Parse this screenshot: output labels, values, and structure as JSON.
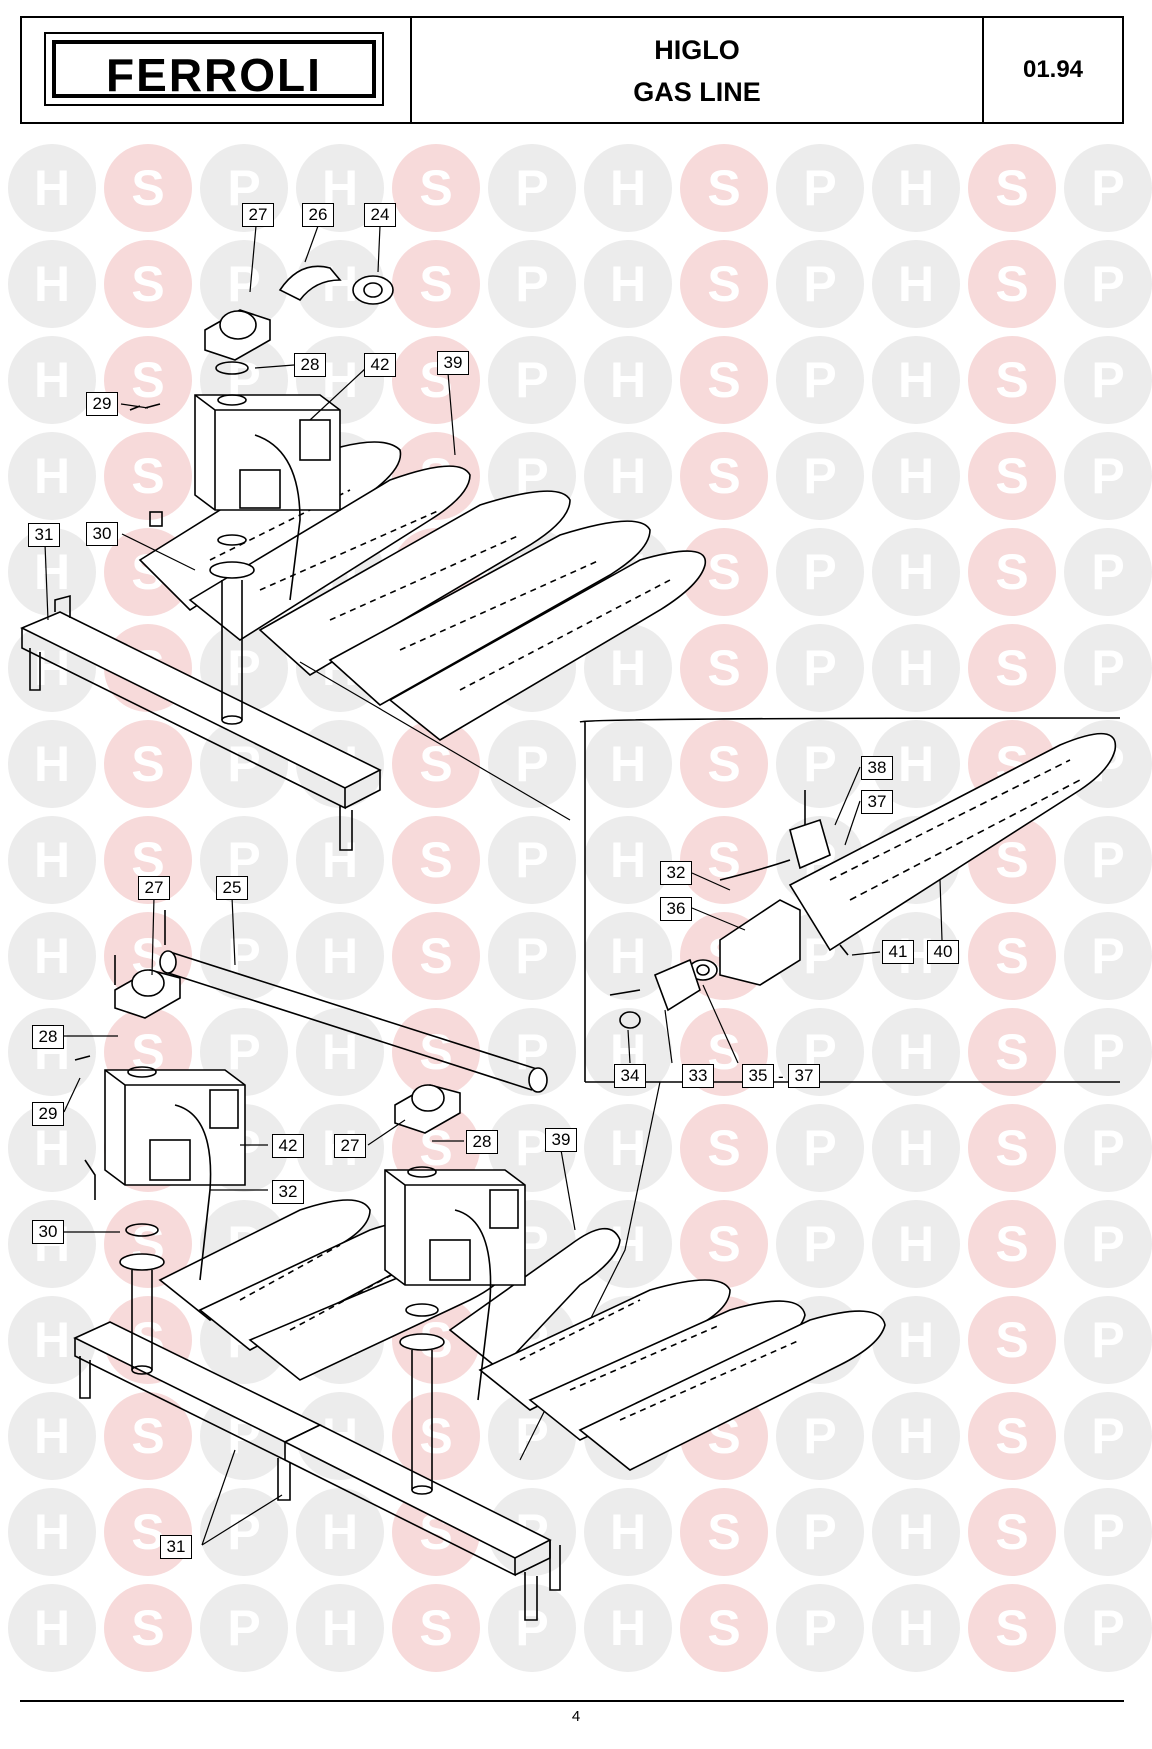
{
  "header": {
    "brand": "FERROLI",
    "model": "HIGLO",
    "title": "GAS LINE",
    "date_code": "01.94"
  },
  "watermark": {
    "letters": [
      "H",
      "S",
      "P"
    ]
  },
  "callouts": {
    "c27a": "27",
    "c26": "26",
    "c24": "24",
    "c28a": "28",
    "c42a": "42",
    "c39a": "39",
    "c29a": "29",
    "c31a": "31",
    "c30a": "30",
    "c38": "38",
    "c37": "37",
    "c32a": "32",
    "c36": "36",
    "c41": "41",
    "c40": "40",
    "c34": "34",
    "c33": "33",
    "c35": "35",
    "c35sep": "-",
    "c37b": "37",
    "c27b": "27",
    "c25": "25",
    "c28b": "28",
    "c29b": "29",
    "c42b": "42",
    "c27c": "27",
    "c28c": "28",
    "c39b": "39",
    "c32b": "32",
    "c30b": "30",
    "c31b": "31"
  },
  "footer": {
    "page_number": "4"
  }
}
